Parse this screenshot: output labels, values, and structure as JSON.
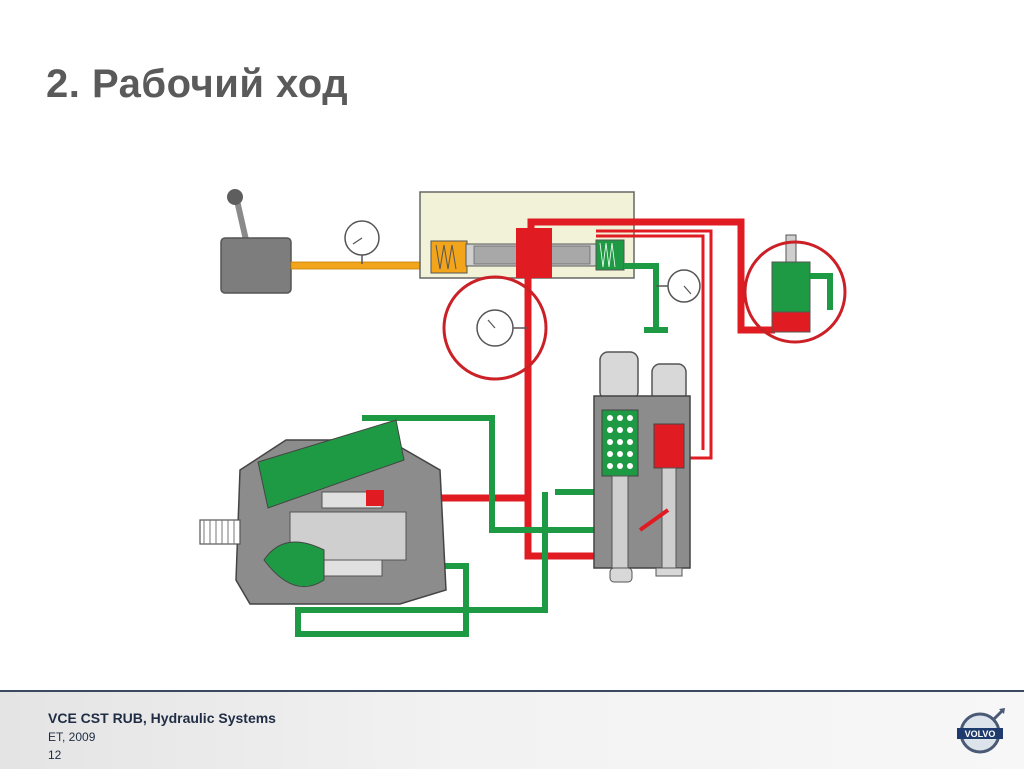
{
  "slide": {
    "title": "2. Рабочий ход"
  },
  "footer": {
    "line1": "VCE CST RUB, Hydraulic Systems",
    "line2": "ET, 2009",
    "page_number": "12"
  },
  "logo": {
    "text": "VOLVO"
  },
  "colors": {
    "pressure": "#e01b22",
    "return": "#1f9a44",
    "pilot": "#f2a51a",
    "highlight": "#cc2027",
    "housing": "#8c8c8c",
    "valve_body": "#f2f2d8"
  }
}
